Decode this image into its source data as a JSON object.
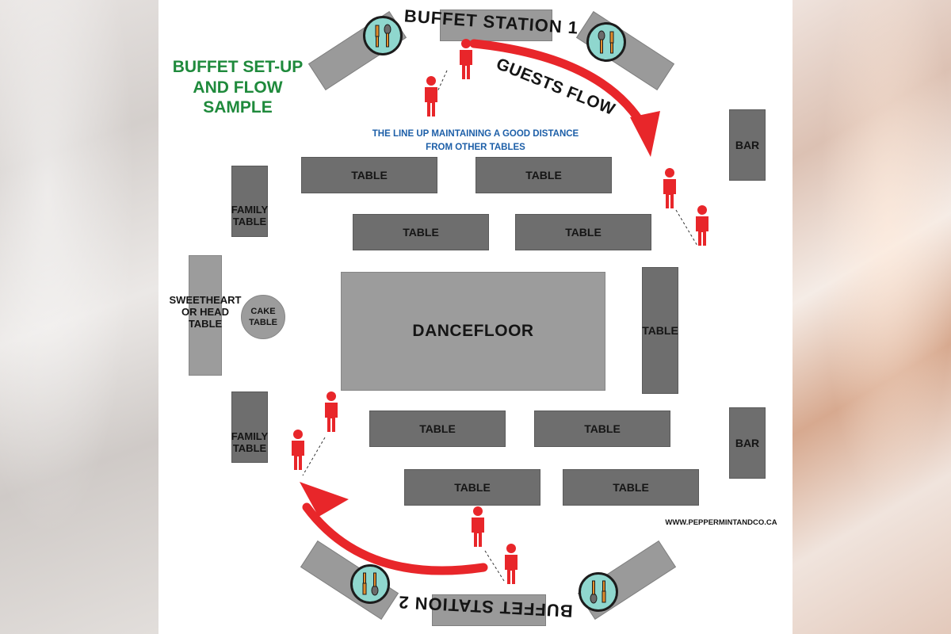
{
  "title": "BUFFET SET-UP AND FLOW SAMPLE",
  "title_lines": [
    "BUFFET SET-UP",
    "AND FLOW",
    "SAMPLE"
  ],
  "note_lines": [
    "THE LINE UP MAINTAINING A GOOD DISTANCE",
    "FROM OTHER TABLES"
  ],
  "guests_flow": "GUESTS FLOW",
  "station_1": "BUFFET STATION 1",
  "station_2": "BUFFET STATION 2",
  "dancefloor": "DANCEFLOOR",
  "table": "TABLE",
  "bar": "BAR",
  "family_table": [
    "FAMILY",
    "TABLE"
  ],
  "sweetheart_table": [
    "SWEETHEART",
    "OR HEAD",
    "TABLE"
  ],
  "cake_table": [
    "CAKE",
    "TABLE"
  ],
  "website": "WWW.PEPPERMINTANDCO.CA",
  "colors": {
    "title_green": "#1f8a3c",
    "note_blue": "#1d5fa8",
    "arrow_red": "#e8262a",
    "person_red": "#e8262a",
    "table_dark": "#6e6e6e",
    "table_light": "#9c9c9c",
    "plate_teal": "#8fd7ce"
  },
  "icons": [
    "person-icon",
    "fork-knife-plate-icon",
    "curved-arrow-icon"
  ]
}
